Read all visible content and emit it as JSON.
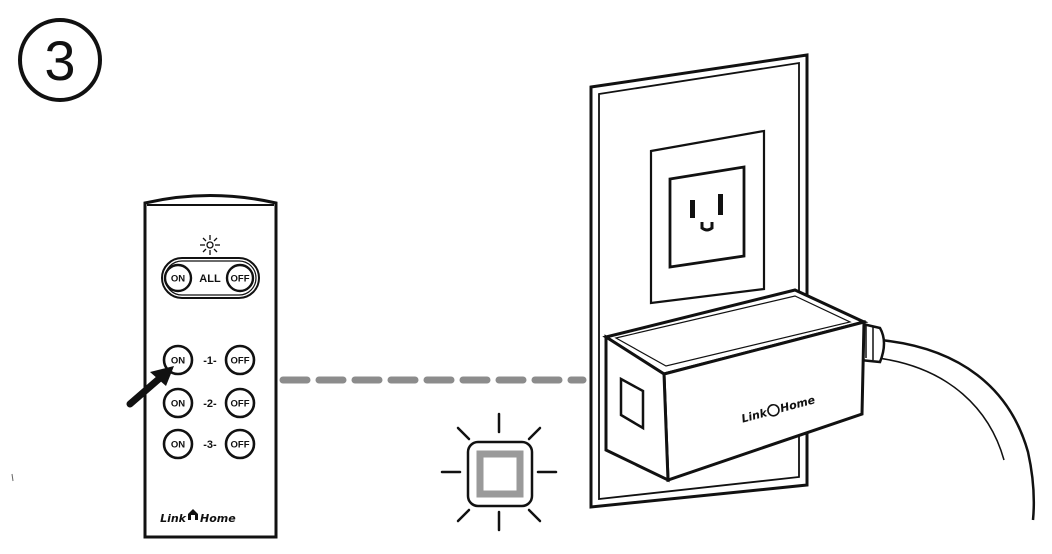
{
  "step": {
    "number": "3"
  },
  "remote": {
    "all_on_label": "ON",
    "all_label": "ALL",
    "all_off_label": "OFF",
    "channels": [
      {
        "on_label": "ON",
        "number": "-1-",
        "off_label": "OFF"
      },
      {
        "on_label": "ON",
        "number": "-2-",
        "off_label": "OFF"
      },
      {
        "on_label": "ON",
        "number": "-3-",
        "off_label": "OFF"
      }
    ],
    "brand_link": "Link",
    "brand_home": "Home"
  },
  "plug": {
    "brand_link": "Link",
    "brand_home": "Home"
  },
  "icons": {
    "step_badge": "circled-number-icon",
    "remote_led": "led-sparkle-icon",
    "press_arrow": "press-arrow-icon",
    "signal": "dashed-signal-line",
    "indicator": "blinking-indicator-icon",
    "outlet": "wall-outlet-icon"
  },
  "colors": {
    "ink": "#111111",
    "signal_gray": "#8c8c8c",
    "indicator_gray": "#9a9a9a"
  }
}
